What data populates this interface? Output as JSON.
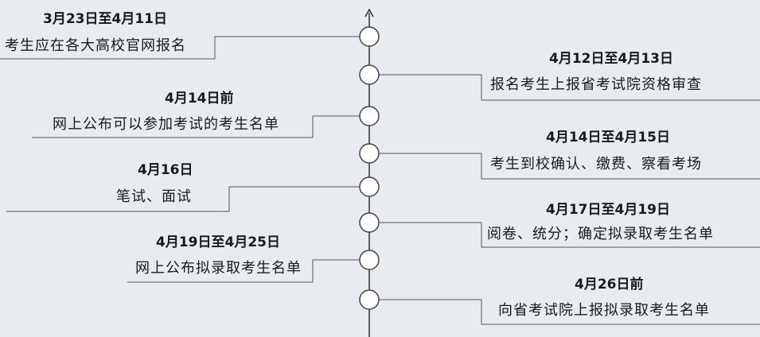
{
  "events": [
    {
      "date": "3月23日至4月11日",
      "text": "考生应在各大高校官网报名"
    },
    {
      "date": "4月12日至4月13日",
      "text": "报名考生上报省考试院资格审查"
    },
    {
      "date": "4月14日前",
      "text": "网上公布可以参加考试的考生名单"
    },
    {
      "date": "4月14日至4月15日",
      "text": "考生到校确认、缴费、察看考场"
    },
    {
      "date": "4月16日",
      "text": "笔试、面试"
    },
    {
      "date": "4月17日至4月19日",
      "text": "阅卷、统分；确定拟录取考生名单"
    },
    {
      "date": "4月19日至4月25日",
      "text": "网上公布拟录取考生名单"
    },
    {
      "date": "4月26日前",
      "text": "向省考试院上报拟录取考生名单"
    }
  ]
}
